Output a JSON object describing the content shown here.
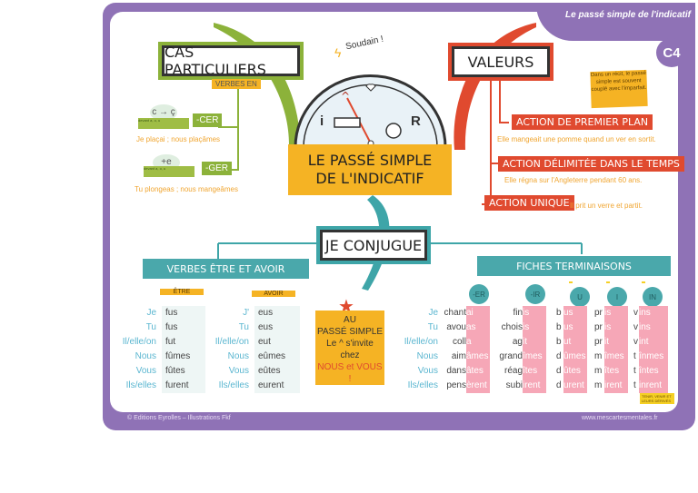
{
  "header": {
    "title": "Le passé simple de l'indicatif",
    "badge": "C4"
  },
  "center": {
    "title_line1": "LE PASSÉ SIMPLE",
    "title_line2": "DE L'INDICATIF",
    "exclamation": "Soudain !",
    "gauge_letters": [
      "i",
      "R"
    ]
  },
  "cas_particuliers": {
    "title": "CAS PARTICULIERS",
    "subtitle": "VERBES EN",
    "cer": {
      "tag": "-CER",
      "rule": "c → ç",
      "note": "devant a, o, u",
      "example": "Je plaçai ; nous plaçâmes"
    },
    "ger": {
      "tag": "-GER",
      "rule": "+e",
      "note": "devant a, o, u",
      "example": "Tu plongeas ; nous mangeâmes"
    }
  },
  "valeurs": {
    "title": "VALEURS",
    "note": "Dans un récit, le passé simple est souvent couplé avec l'imparfait.",
    "items": [
      {
        "label": "ACTION DE PREMIER PLAN",
        "example": "Elle mangeait une pomme quand un ver en sortit."
      },
      {
        "label": "ACTION DÉLIMITÉE DANS LE TEMPS",
        "example": "Elle régna sur l'Angleterre pendant 60 ans."
      },
      {
        "label": "ACTION UNIQUE",
        "example": "Il prit un verre et partit."
      }
    ]
  },
  "conjugue": {
    "title": "JE CONJUGUE",
    "etre_avoir": {
      "title": "VERBES ÊTRE ET AVOIR",
      "etre": {
        "header": "ÊTRE",
        "pronouns": [
          "Je",
          "Tu",
          "Il/elle/on",
          "Nous",
          "Vous",
          "Ils/elles"
        ],
        "forms": [
          "fus",
          "fus",
          "fut",
          "fûmes",
          "fûtes",
          "furent"
        ]
      },
      "avoir": {
        "header": "AVOIR",
        "pronouns": [
          "J'",
          "Tu",
          "Il/elle/on",
          "Nous",
          "Vous",
          "Ils/elles"
        ],
        "forms": [
          "eus",
          "eus",
          "eut",
          "eûmes",
          "eûtes",
          "eurent"
        ]
      }
    },
    "sticky": {
      "line1": "AU",
      "line2": "PASSÉ SIMPLE",
      "line3": "Le ^ s'invite",
      "line4": "chez",
      "line5": "NOUS et VOUS !"
    },
    "terminaisons": {
      "title": "FICHES TERMINAISONS",
      "pronouns": [
        "Je",
        "Tu",
        "Il/elle/on",
        "Nous",
        "Vous",
        "Ils/elles"
      ],
      "groups": [
        {
          "label": "-ER",
          "stems": [
            "chant",
            "avou",
            "coll",
            "aim",
            "dans",
            "pens"
          ],
          "endings": [
            "ai",
            "as",
            "a",
            "âmes",
            "âtes",
            "èrent"
          ]
        },
        {
          "label": "-IR",
          "stems": [
            "fin",
            "chois",
            "ag",
            "grand",
            "réag",
            "subi"
          ],
          "endings": [
            "is",
            "is",
            "it",
            "îmes",
            "îtes",
            "irent"
          ]
        },
        {
          "label": "U",
          "stems": [
            "b",
            "b",
            "b",
            "d",
            "d",
            "d"
          ],
          "endings": [
            "us",
            "us",
            "ut",
            "ûmes",
            "ûtes",
            "urent"
          ]
        },
        {
          "label": "I",
          "stems": [
            "pr",
            "pr",
            "pr",
            "m",
            "m",
            "m"
          ],
          "endings": [
            "is",
            "is",
            "it",
            "îmes",
            "îtes",
            "irent"
          ]
        },
        {
          "label": "IN",
          "stems": [
            "v",
            "v",
            "v",
            "t",
            "t",
            "t"
          ],
          "endings": [
            "ins",
            "ins",
            "int",
            "înmes",
            "întes",
            "inrent"
          ]
        }
      ],
      "corner_note": "TENIR, VENIR ET LEURS DÉRIVÉS"
    }
  },
  "footer": {
    "left": "© Editions Eyrolles – Illustrations Fkf",
    "right": "www.mescartesmentales.fr"
  },
  "colors": {
    "purple": "#8f72b6",
    "green": "#8cb23a",
    "red": "#e04a2f",
    "teal": "#4aa8ab",
    "yellow": "#f5b324",
    "pink": "#f6a7b7"
  }
}
